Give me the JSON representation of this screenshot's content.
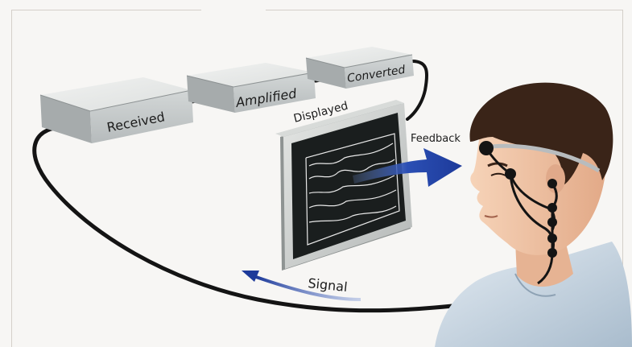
{
  "labels": {
    "received": "Received",
    "amplified": "Amplified",
    "converted": "Converted",
    "displayed": "Displayed",
    "feedback": "Feedback",
    "signal": "Signal"
  },
  "colors": {
    "box_top": "#e3e5e4",
    "box_front": "#c4c8c8",
    "box_side": "#9ea3a4",
    "cable": "#141414",
    "arrow_blue": "#1d3fa0",
    "monitor_frame": "#c9cbc9",
    "screen": "#1a1e1e",
    "skin": "#f0c6a8",
    "hair": "#3a2418",
    "shirt": "#cfdbe6"
  }
}
